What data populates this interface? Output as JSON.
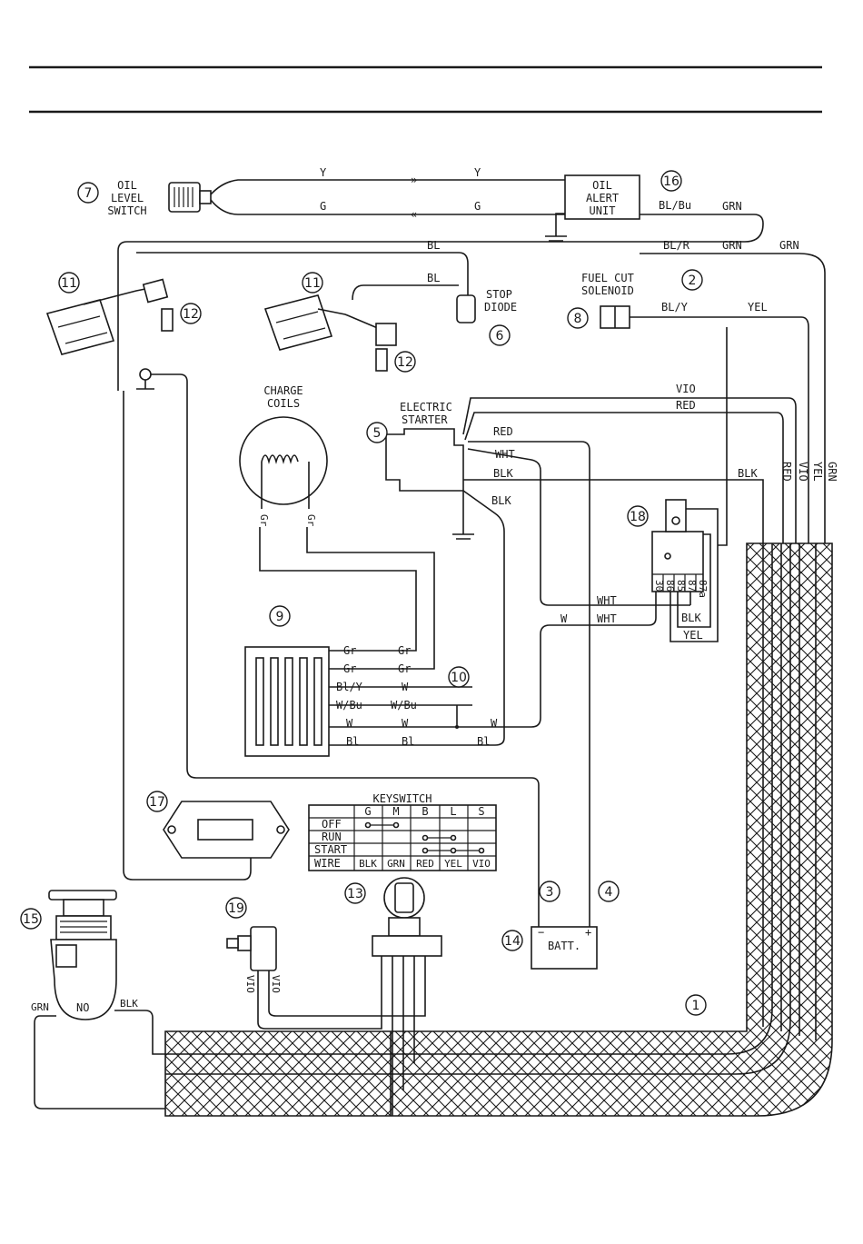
{
  "callouts": [
    "1",
    "2",
    "3",
    "4",
    "5",
    "6",
    "7",
    "8",
    "9",
    "10",
    "11",
    "11",
    "12",
    "12",
    "13",
    "14",
    "15",
    "16",
    "17",
    "18",
    "19"
  ],
  "components": {
    "oil_level_switch": [
      "OIL",
      "LEVEL",
      "SWITCH"
    ],
    "oil_alert_unit": [
      "OIL",
      "ALERT",
      "UNIT"
    ],
    "stop_diode": [
      "STOP",
      "DIODE"
    ],
    "fuel_cut_solenoid": [
      "FUEL CUT",
      "SOLENOID"
    ],
    "charge_coils": [
      "CHARGE",
      "COILS"
    ],
    "electric_starter": [
      "ELECTRIC",
      "STARTER"
    ],
    "battery": "BATT.",
    "no_label": "NO",
    "relay_pins": [
      "30",
      "86",
      "85",
      "87",
      "87a"
    ]
  },
  "wire_labels": {
    "y": "Y",
    "g": "G",
    "bl_bu": "BL/Bu",
    "grn": "GRN",
    "bl_r": "BL/R",
    "bl": "BL",
    "bl_y": "BL/Y",
    "yel": "YEL",
    "vio": "VIO",
    "red": "RED",
    "wht": "WHT",
    "blk": "BLK",
    "gr": "Gr",
    "bl_y2": "Bl/Y",
    "w_bu": "W/Bu",
    "w": "W",
    "bl_lower": "Bl"
  },
  "keyswitch": {
    "title": "KEYSWITCH",
    "columns": [
      "G",
      "M",
      "B",
      "L",
      "S"
    ],
    "rows": [
      "OFF",
      "RUN",
      "START",
      "WIRE"
    ],
    "wire_colors": [
      "BLK",
      "GRN",
      "RED",
      "YEL",
      "VIO"
    ]
  }
}
